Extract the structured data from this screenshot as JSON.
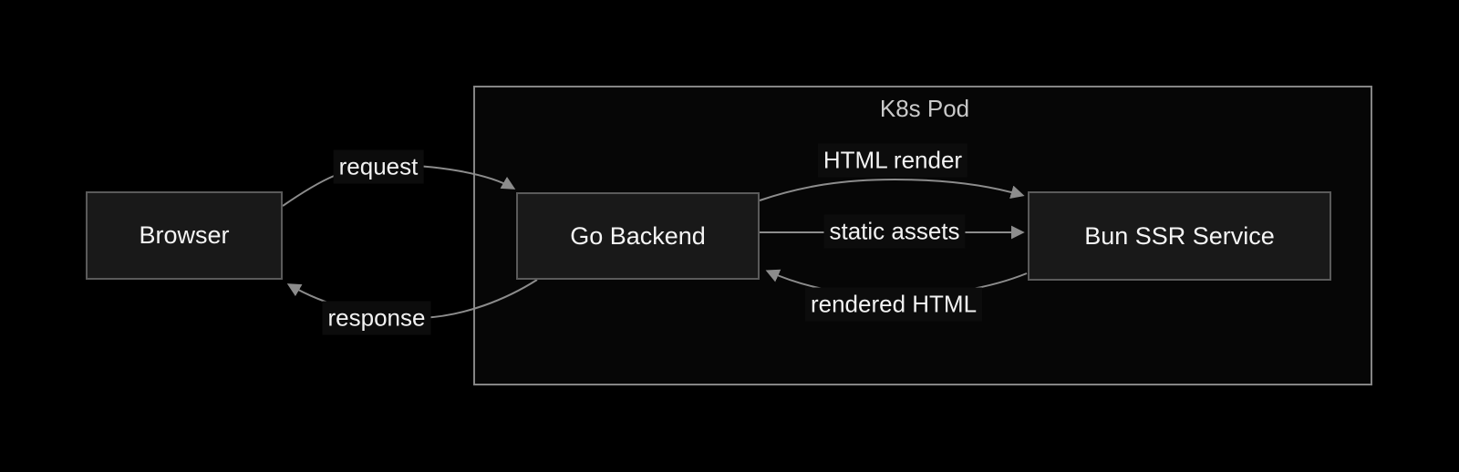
{
  "diagram": {
    "type": "flowchart-lr",
    "cluster": {
      "label": "K8s Pod"
    },
    "nodes": {
      "browser": {
        "label": "Browser"
      },
      "go_backend": {
        "label": "Go Backend"
      },
      "bun_ssr": {
        "label": "Bun SSR Service"
      }
    },
    "edges": {
      "request": {
        "from": "Browser",
        "to": "Go Backend",
        "label": "request"
      },
      "response": {
        "from": "Go Backend",
        "to": "Browser",
        "label": "response"
      },
      "html_render": {
        "from": "Go Backend",
        "to": "Bun SSR Service",
        "label": "HTML render"
      },
      "static_assets": {
        "from": "Go Backend",
        "to": "Bun SSR Service",
        "label": "static assets"
      },
      "rendered_html": {
        "from": "Bun SSR Service",
        "to": "Go Backend",
        "label": "rendered HTML"
      }
    },
    "colors": {
      "background": "#000000",
      "node_fill": "#191919",
      "node_border": "#5a5a5a",
      "node_text": "#f5f5f5",
      "cluster_fill": "#060606",
      "cluster_border": "#858585",
      "cluster_title": "#c9c9c9",
      "edge_line": "#8c8c8c",
      "edge_label_text": "#f2f2f2",
      "edge_label_bg": "#0c0c0c"
    }
  }
}
